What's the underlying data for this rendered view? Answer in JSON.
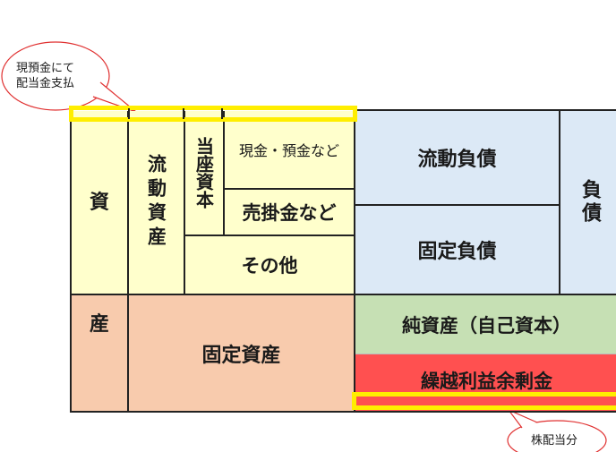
{
  "callouts": {
    "top": "現預金にて\n配当金支払",
    "bottom": "株配当分"
  },
  "assets": {
    "label_top": "資",
    "label_bottom": "産",
    "current_assets": "流動資産",
    "quick_assets": "当座資本",
    "cash_deposits": "現金・預金など",
    "receivables": "売掛金など",
    "other": "その他",
    "fixed_assets": "固定資産"
  },
  "liabilities": {
    "current": "流動負債",
    "fixed": "固定負債",
    "label": "負債"
  },
  "equity": {
    "net_assets": "純資産（自己資本）",
    "retained_earnings": "繰越利益余剰金"
  },
  "colors": {
    "assets": "#ffffcc",
    "fixed_assets": "#f8cbad",
    "liabilities": "#dce9f6",
    "net_assets": "#c6e0b4",
    "retained_earnings": "#ff5050",
    "highlight": "#ffee00"
  }
}
